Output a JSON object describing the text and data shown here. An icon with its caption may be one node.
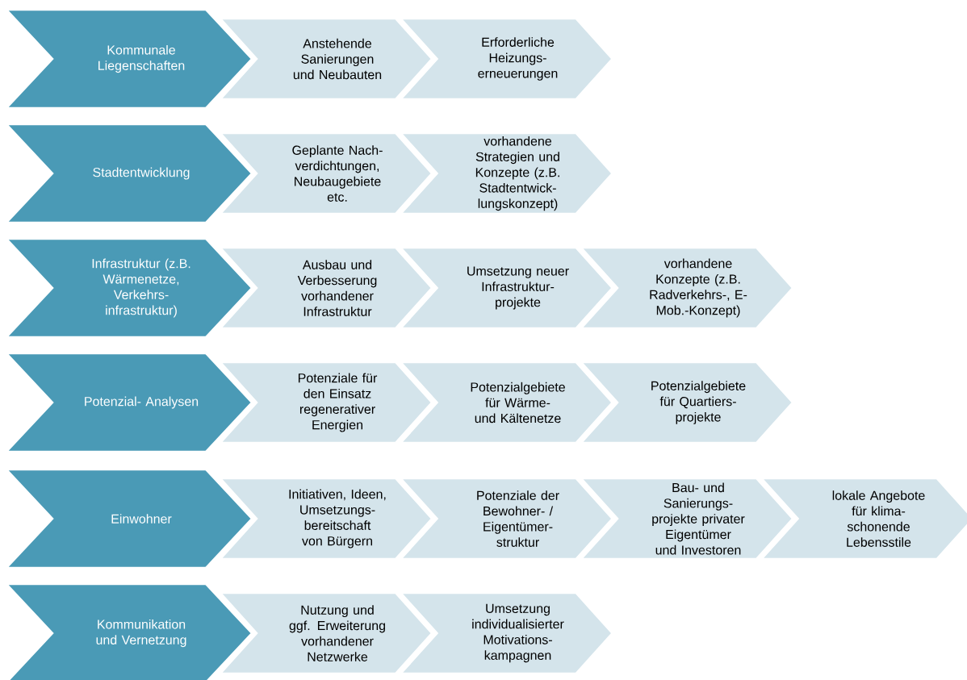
{
  "diagram": {
    "nodes": [
      {
        "text": [
          "Kommunale Liegenschaften"
        ]
      },
      {
        "text": [
          "Anstehende Sanierungen und Neubauten"
        ]
      },
      {
        "text": [
          "Erforderliche Heizungs- erneuerungen"
        ]
      },
      {
        "text": [
          "Stadtentwicklung"
        ]
      },
      {
        "text": [
          "Geplante Nach- verdichtungen, Neubaugebiete etc."
        ]
      },
      {
        "text": [
          "vorhandene Strategien und Konzepte (z.B. Stadtentwick- lungskonzept)"
        ]
      },
      {
        "text": [
          "Infrastruktur (z.B. Wärmenetze, Verkehrs- infrastruktur)"
        ]
      },
      {
        "text": [
          "Ausbau und Verbesserung vorhandener Infrastruktur"
        ]
      },
      {
        "text": [
          "Umsetzung neuer Infrastruktur- projekte"
        ]
      },
      {
        "text": [
          "vorhandene Konzepte (z.B. Radverkehrs-, E- Mob.-Konzept)"
        ]
      },
      {
        "text": [
          "Potenzial- Analysen"
        ]
      },
      {
        "text": [
          "Potenziale für den Einsatz regenerativer Energien"
        ]
      },
      {
        "text": [
          "Potenzialgebiete für Wärme- und Kältenetze"
        ]
      },
      {
        "text": [
          "Potenzialgebiete für Quartiers- projekte"
        ]
      },
      {
        "text": [
          "Einwohner"
        ]
      },
      {
        "text": [
          "Initiativen, Ideen, Umsetzungs- bereitschaft von Bürgern"
        ]
      },
      {
        "text": [
          "Potenziale der Bewohner- / Eigentümer- struktur"
        ]
      },
      {
        "text": [
          "Bau- und Sanierungs- projekte privater Eigentümer und Investoren"
        ]
      },
      {
        "text": [
          "lokale Angebote für klima- schonende Lebensstile"
        ]
      },
      {
        "text": [
          "Kommunikation und Vernetzung"
        ]
      },
      {
        "text": [
          "Nutzung und ggf. Erweiterung vorhandener Netzwerke"
        ]
      },
      {
        "text": [
          "Umsetzung individualisierter Motivations- kampagnen"
        ]
      }
    ]
  }
}
